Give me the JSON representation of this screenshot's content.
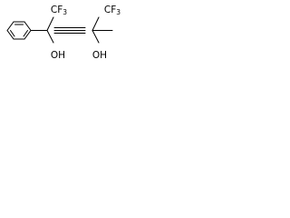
{
  "structure": {
    "atom_labels": {
      "cf3_left": "CF",
      "cf3_left_subscript": "3",
      "cf3_right": "CF",
      "cf3_right_subscript": "3",
      "oh_left": "OH",
      "oh_right": "OH"
    }
  }
}
